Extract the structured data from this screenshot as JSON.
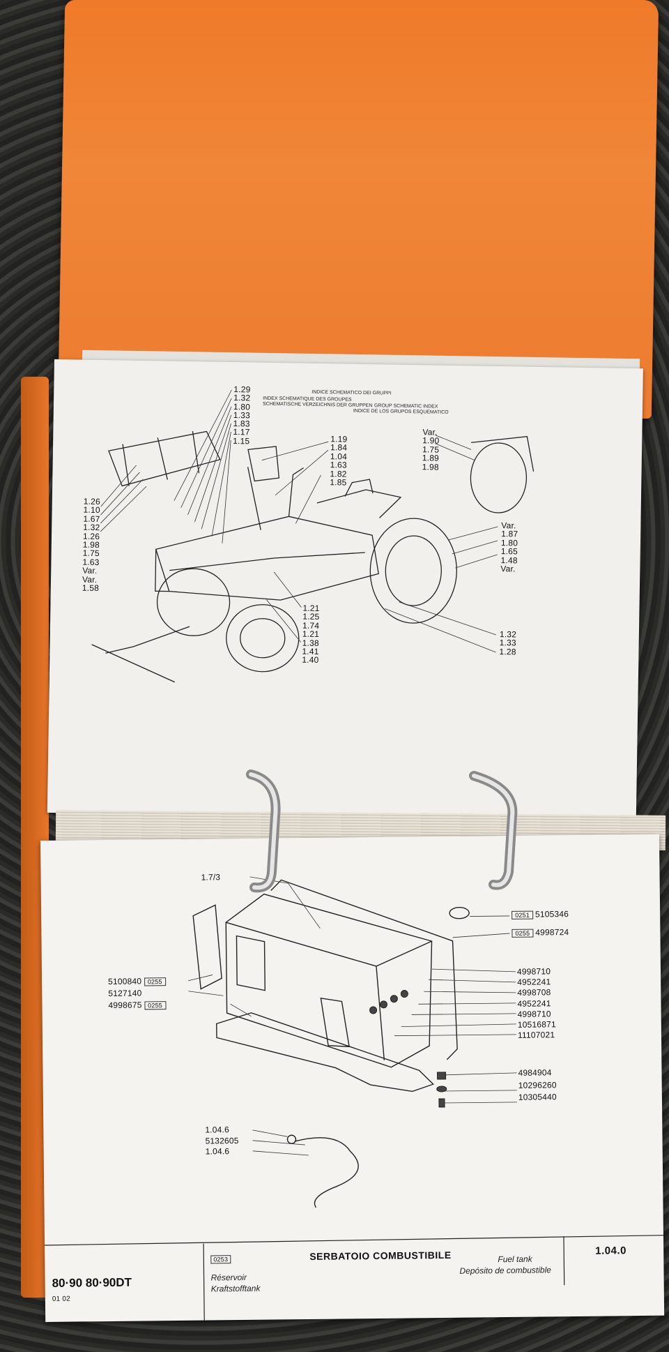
{
  "top_page": {
    "header_it": "INDICE SCHEMATICO DEI GRUPPI",
    "header_fr": "INDEX SCHEMATIQUE DES GROUPES",
    "header_de": "SCHEMATISCHE VERZEICHNIS DER GRUPPEN",
    "header_en": "GROUP SCHEMATIC INDEX",
    "header_es": "INDICE DE LOS GRUPOS ESQUEMATICO",
    "labels_top_center": [
      "1.29",
      "1.32",
      "1.80",
      "1.33",
      "1.83",
      "1.17",
      "1.15"
    ],
    "labels_left": [
      "1.26",
      "1.10",
      "1.67",
      "1.32",
      "1.26",
      "1.98",
      "1.75",
      "1.63",
      "Var.",
      "Var.",
      "1.58"
    ],
    "labels_center": [
      "1.19",
      "1.84",
      "1.04",
      "1.63",
      "1.82",
      "1.85"
    ],
    "labels_right_top": [
      "Var.",
      "1.90",
      "1.75",
      "1.89",
      "1.98"
    ],
    "labels_right_mid": [
      "Var.",
      "1.87",
      "1.80",
      "1.65",
      "1.48",
      "Var."
    ],
    "labels_bottom_center": [
      "1.21",
      "1.25",
      "1.74",
      "1.21",
      "1.38",
      "1.41",
      "1.40"
    ],
    "labels_bottom_right": [
      "1.32",
      "1.33",
      "1.28"
    ]
  },
  "bottom_page": {
    "top_ref": "1.7/3",
    "right_parts": [
      {
        "code": "0251",
        "num": "5105346"
      },
      {
        "code": "0255",
        "num": "4998724"
      }
    ],
    "right_list": [
      "4998710",
      "4952241",
      "4998708",
      "4952241",
      "4998710",
      "10516871",
      "11107021"
    ],
    "left_parts": [
      {
        "num": "5100840",
        "code": "0255"
      },
      {
        "num": "5127140",
        "code": ""
      },
      {
        "num": "4998675",
        "code": "0255"
      }
    ],
    "lower_right": [
      "4984904",
      "10296260",
      "10305440"
    ],
    "lower_left": [
      "1.04.6",
      "5132605",
      "1.04.6"
    ],
    "footer": {
      "models": "80·90  80·90DT",
      "date": "01 02",
      "code": "0253",
      "title": "SERBATOIO COMBUSTIBILE",
      "fr": "Réservoir",
      "de": "Kraftstofftank",
      "en": "Fuel tank",
      "es": "Depósito de combustible",
      "group": "1.04.0"
    }
  }
}
